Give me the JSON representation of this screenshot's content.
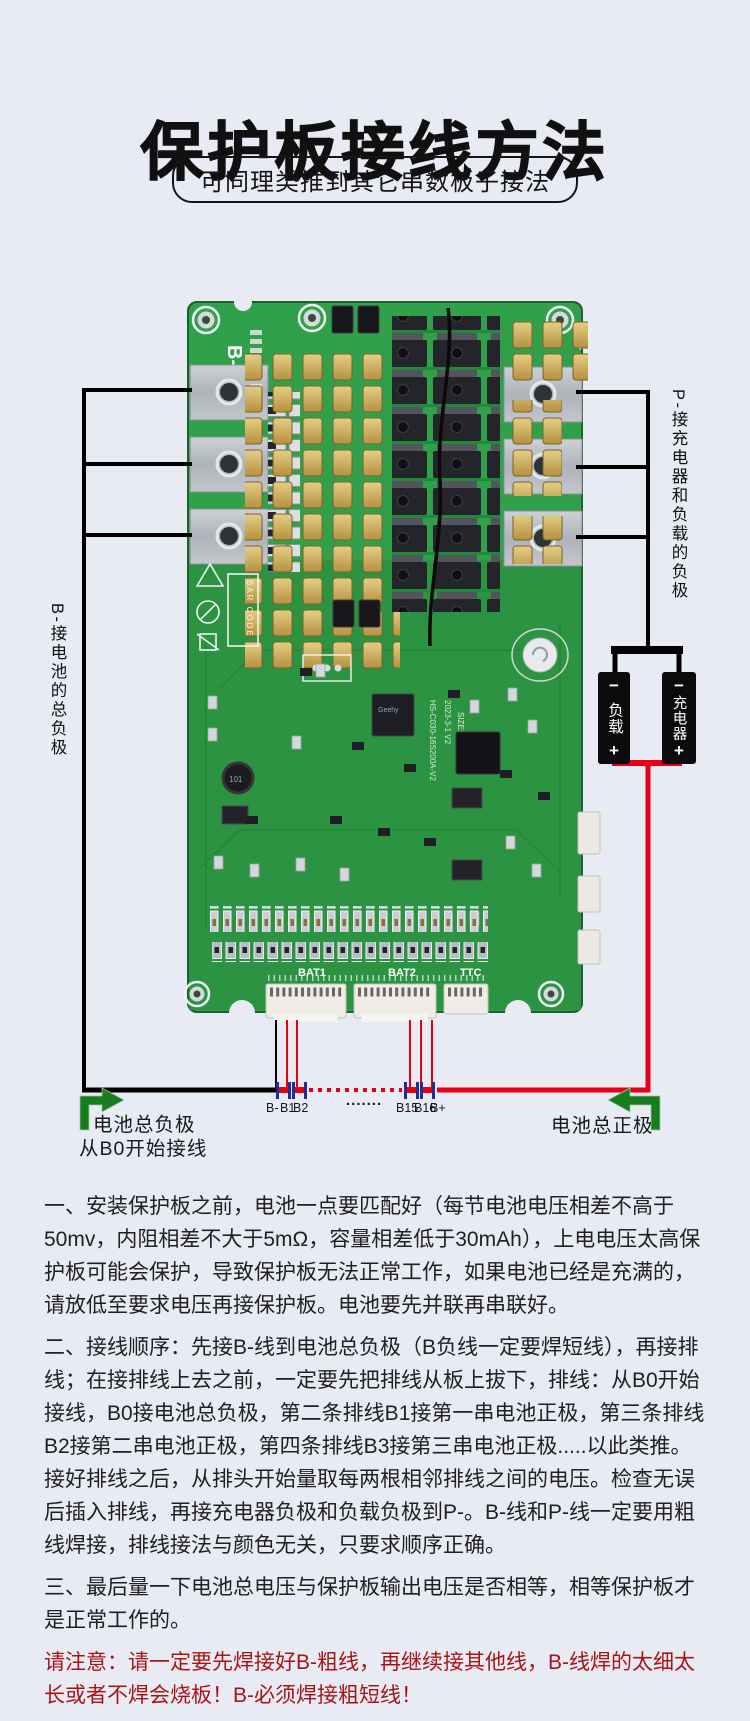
{
  "header": {
    "title": "保护板接线方法",
    "subtitle": "可同理类推到其它串数板子接法"
  },
  "diagram": {
    "board_label_left": "B-",
    "board_label_right": "P-",
    "left_side_label": "B-接电池的总负极",
    "right_side_label": "P-接充电器和负载的负极",
    "load": {
      "terminal_top": "−",
      "name": "负载",
      "terminal_bottom": "+"
    },
    "charger": {
      "terminal_top": "−",
      "name": "充电器",
      "terminal_bottom": "+"
    },
    "battery_neg_line1": "电池总负极",
    "battery_neg_line2": "从B0开始接线",
    "battery_pos": "电池总正极",
    "wire_labels_left": [
      "B-",
      "B1",
      "B2"
    ],
    "wire_labels_dots": ".......",
    "wire_labels_right": [
      "B15",
      "B16",
      "B+"
    ],
    "silkscreen": {
      "bat1": "BAT1",
      "bat2": "BAT2",
      "ttc": "TTC",
      "barcode": "BAR CODE",
      "inductor": "101",
      "mcu": "Geehy",
      "model": "HS-C030-16S200A-V2",
      "version": "2023-3-1 V2",
      "size": "SIZE:100X225"
    },
    "colors": {
      "wire_negative": "#000000",
      "wire_positive": "#e60012",
      "arrow_green": "#177d1f",
      "pcb_green": "#31a04a"
    }
  },
  "instructions": {
    "p1": "一、安装保护板之前，电池一点要匹配好（每节电池电压相差不高于50mv，内阻相差不大于5mΩ，容量相差低于30mAh），上电电压太高保护板可能会保护，导致保护板无法正常工作，如果电池已经是充满的，请放低至要求电压再接保护板。电池要先并联再串联好。",
    "p2": "二、接线顺序：先接B-线到电池总负极（B负线一定要焊短线），再接排线；在接排线上去之前，一定要先把排线从板上拔下，排线：从B0开始接线，B0接电池总负极，第二条排线B1接第一串电池正极，第三条排线B2接第二串电池正极，第四条排线B3接第三串电池正极.....以此类推。接好排线之后，从排头开始量取每两根相邻排线之间的电压。检查无误后插入排线，再接充电器负极和负载负极到P-。B-线和P-线一定要用粗线焊接，排线接法与颜色无关，只要求顺序正确。",
    "p3": "三、最后量一下电池总电压与保护板输出电压是否相等，相等保护板才是正常工作的。",
    "warning": "请注意：请一定要先焊接好B-粗线，再继续接其他线，B-线焊的太细太长或者不焊会烧板！B-必须焊接粗短线！"
  }
}
